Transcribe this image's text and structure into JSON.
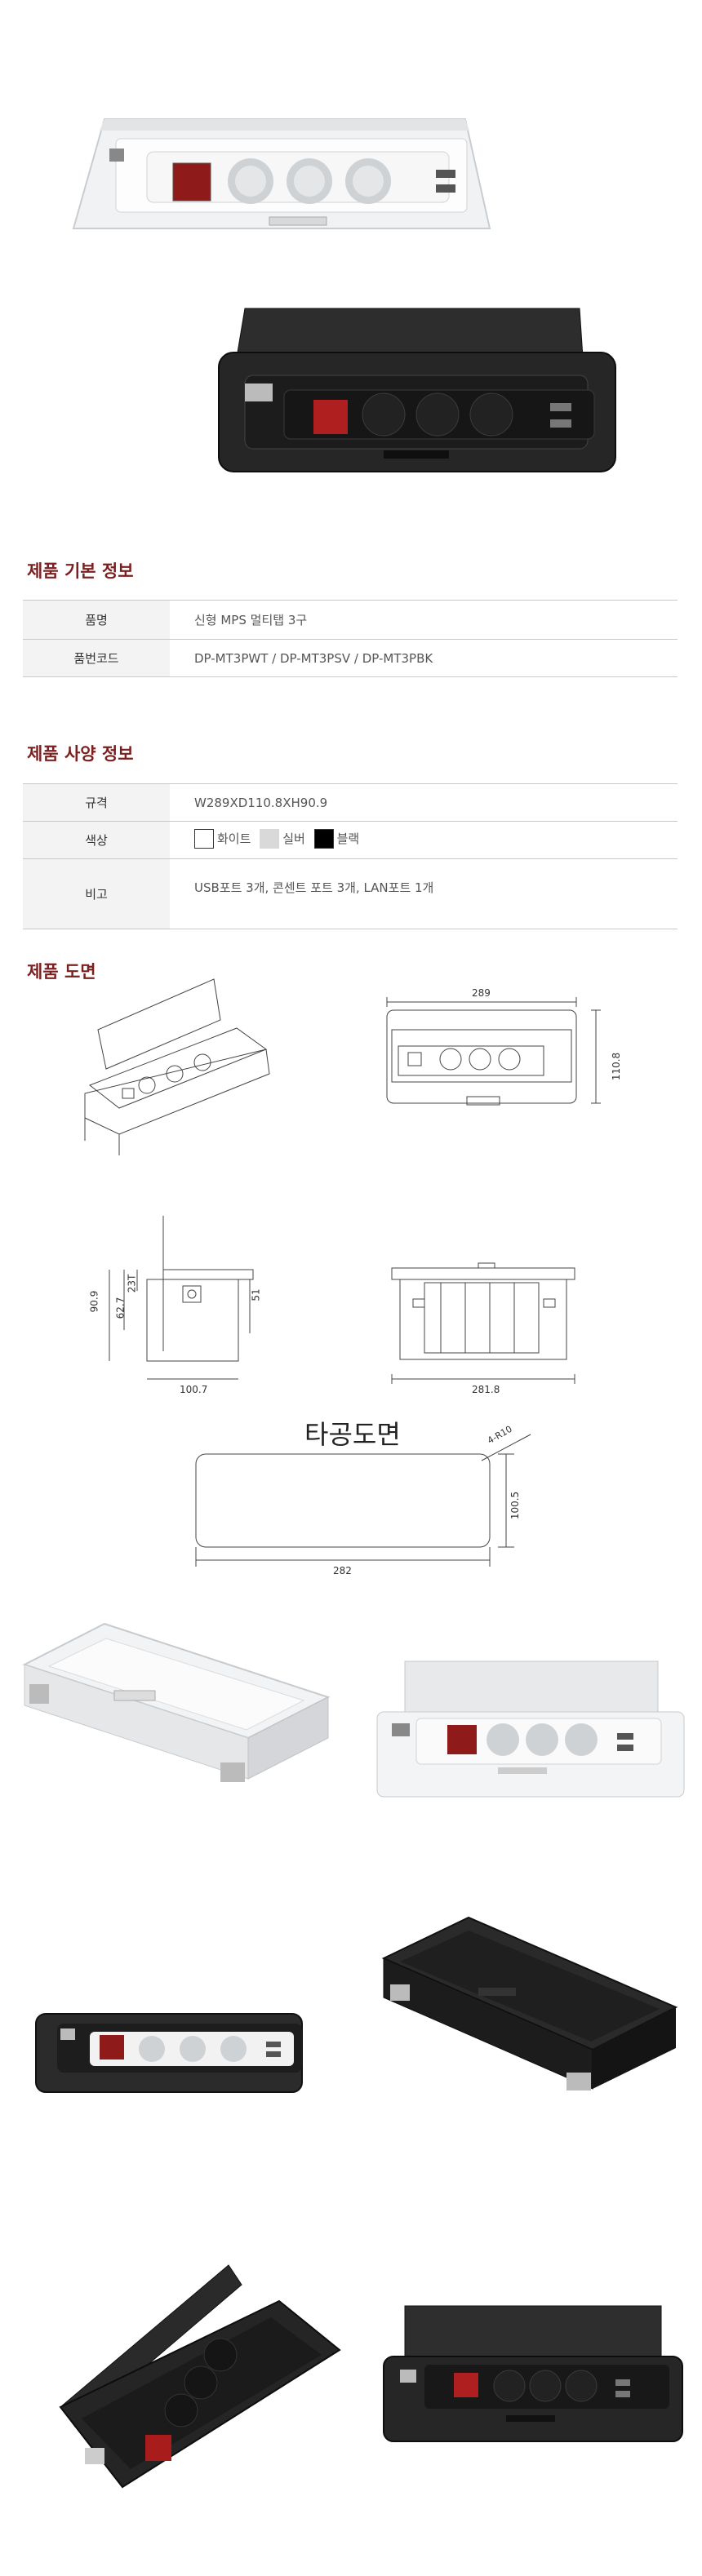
{
  "basic_info": {
    "title": "제품 기본 정보",
    "rows": [
      {
        "key": "품명",
        "value": "신형 MPS 멀티탭 3구"
      },
      {
        "key": "품번코드",
        "value": "DP-MT3PWT / DP-MT3PSV / DP-MT3PBK"
      }
    ]
  },
  "spec_info": {
    "title": "제품 사양 정보",
    "size_key": "규격",
    "size_value": "W289XD110.8XH90.9",
    "color_key": "색상",
    "colors": [
      {
        "label": "화이트",
        "hex": "#ffffff"
      },
      {
        "label": "실버",
        "hex": "#d9d9d9"
      },
      {
        "label": "블랙",
        "hex": "#000000"
      }
    ],
    "note_key": "비고",
    "note_value": "USB포트 3개, 콘센트 포트 3개, LAN포트 1개"
  },
  "drawing": {
    "title": "제품 도면",
    "top_view": {
      "width": "289",
      "depth": "110.8"
    },
    "side_view": {
      "height": "90.9",
      "h1": "62.7",
      "h2": "23T",
      "h3": "51",
      "base": "100.7"
    },
    "front_view": {
      "base": "281.8"
    },
    "cutout": {
      "title": "타공도면",
      "width": "282",
      "height": "100.5",
      "corner": "4-R10"
    }
  },
  "colors": {
    "accent": "#7b1f1f",
    "white_body": "#f2f2f2",
    "black_body": "#2a2a2a",
    "switch_red": "#9a1b1b"
  }
}
